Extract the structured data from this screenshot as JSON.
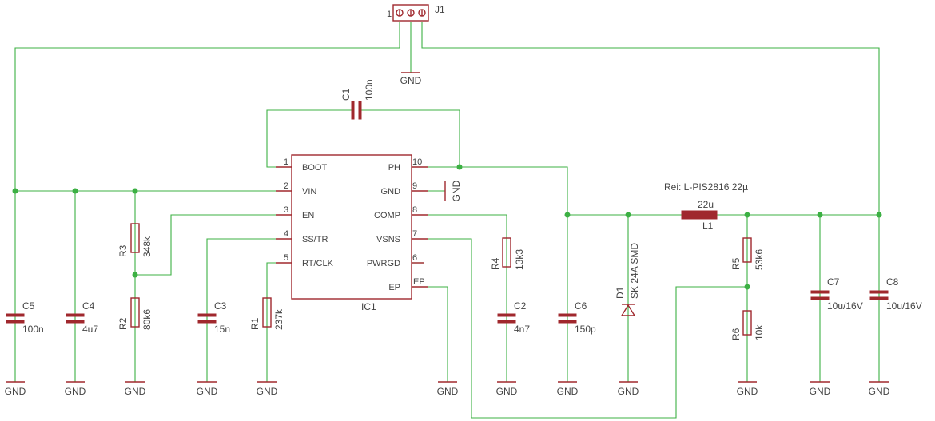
{
  "colors": {
    "wire": "#3cb043",
    "part": "#a0282d",
    "text": "#444444",
    "background": "#ffffff"
  },
  "gnd_label": "GND",
  "connector": {
    "name": "J1",
    "pin1": "1"
  },
  "ic": {
    "name": "IC1",
    "left_pins": [
      {
        "num": "1",
        "name": "BOOT"
      },
      {
        "num": "2",
        "name": "VIN"
      },
      {
        "num": "3",
        "name": "EN"
      },
      {
        "num": "4",
        "name": "SS/TR"
      },
      {
        "num": "5",
        "name": "RT/CLK"
      }
    ],
    "right_pins": [
      {
        "num": "10",
        "name": "PH"
      },
      {
        "num": "9",
        "name": "GND"
      },
      {
        "num": "8",
        "name": "COMP"
      },
      {
        "num": "7",
        "name": "VSNS"
      },
      {
        "num": "6",
        "name": "PWRGD"
      },
      {
        "num": "",
        "name": "EP"
      }
    ]
  },
  "components": {
    "C1": {
      "name": "C1",
      "value": "100n"
    },
    "C2": {
      "name": "C2",
      "value": "4n7"
    },
    "C3": {
      "name": "C3",
      "value": "15n"
    },
    "C4": {
      "name": "C4",
      "value": "4u7"
    },
    "C5": {
      "name": "C5",
      "value": "100n"
    },
    "C6": {
      "name": "C6",
      "value": "150p"
    },
    "C7": {
      "name": "C7",
      "value": "10u/16V"
    },
    "C8": {
      "name": "C8",
      "value": "10u/16V"
    },
    "R1": {
      "name": "R1",
      "value": "237k"
    },
    "R2": {
      "name": "R2",
      "value": "80k6"
    },
    "R3": {
      "name": "R3",
      "value": "348k"
    },
    "R4": {
      "name": "R4",
      "value": "13k3"
    },
    "R5": {
      "name": "R5",
      "value": "53k6"
    },
    "R6": {
      "name": "R6",
      "value": "10k"
    },
    "D1": {
      "name": "D1",
      "value": "SK 24A SMD"
    },
    "L1": {
      "name": "L1",
      "value": "22u",
      "note": "Rei: L-PIS2816 22µ"
    }
  }
}
